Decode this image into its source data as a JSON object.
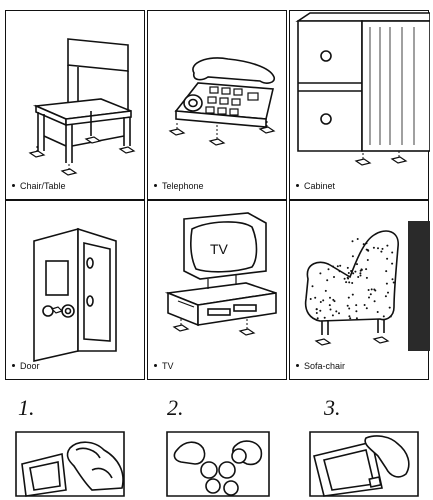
{
  "cells": [
    {
      "id": "chair",
      "caption": "Chair/Table",
      "icon": "chair-icon"
    },
    {
      "id": "telephone",
      "caption": "Telephone",
      "icon": "telephone-icon"
    },
    {
      "id": "cabinet",
      "caption": "Cabinet",
      "icon": "cabinet-icon"
    },
    {
      "id": "door",
      "caption": "Door",
      "icon": "door-icon"
    },
    {
      "id": "tv",
      "caption": "TV",
      "icon": "tv-icon",
      "screen_text": "TV"
    },
    {
      "id": "sofa",
      "caption": "Sofa-chair",
      "icon": "sofa-chair-icon"
    }
  ],
  "steps": [
    {
      "number": "1.",
      "icon": "clean-surface-icon"
    },
    {
      "number": "2.",
      "icon": "peel-pad-icon"
    },
    {
      "number": "3.",
      "icon": "apply-pad-icon"
    }
  ]
}
